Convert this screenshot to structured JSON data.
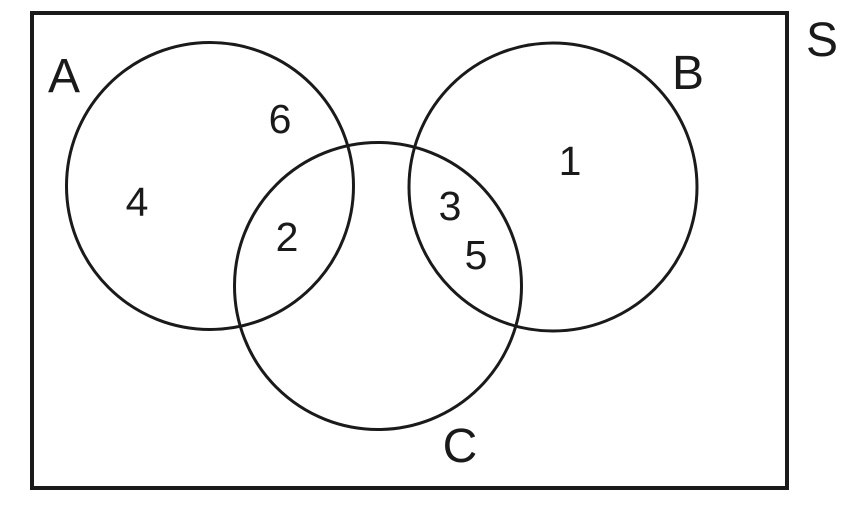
{
  "figure": {
    "kind": "venn-diagram",
    "description": "Three-circle Venn diagram with sets A, B, C inside universe S; circles A and B overlap C but not each other",
    "colors": {
      "background": "#ffffff",
      "line": "#1a1a1a",
      "text": "#1a1a1a"
    },
    "universe": {
      "label": "S"
    },
    "sets": {
      "a": {
        "label": "A"
      },
      "b": {
        "label": "B"
      },
      "c": {
        "label": "C"
      }
    },
    "regions": {
      "a_only_upper": {
        "set": "A only",
        "value": "6"
      },
      "a_only_lower": {
        "set": "A only",
        "value": "4"
      },
      "a_intersect_c": {
        "set": "A ∩ C",
        "value": "2"
      },
      "b_only": {
        "set": "B only",
        "value": "1"
      },
      "b_intersect_c_upper": {
        "set": "B ∩ C",
        "value": "3"
      },
      "b_intersect_c_lower": {
        "set": "B ∩ C",
        "value": "5"
      }
    }
  },
  "chart_data": {
    "type": "table",
    "title": "Venn diagram region values",
    "categories": [
      "A only (upper)",
      "A only (lower)",
      "A ∩ C",
      "B only",
      "B ∩ C (upper)",
      "B ∩ C (lower)"
    ],
    "values": [
      6,
      4,
      2,
      1,
      3,
      5
    ],
    "legend_entries": [
      "A",
      "B",
      "C",
      "S (universe)"
    ]
  }
}
